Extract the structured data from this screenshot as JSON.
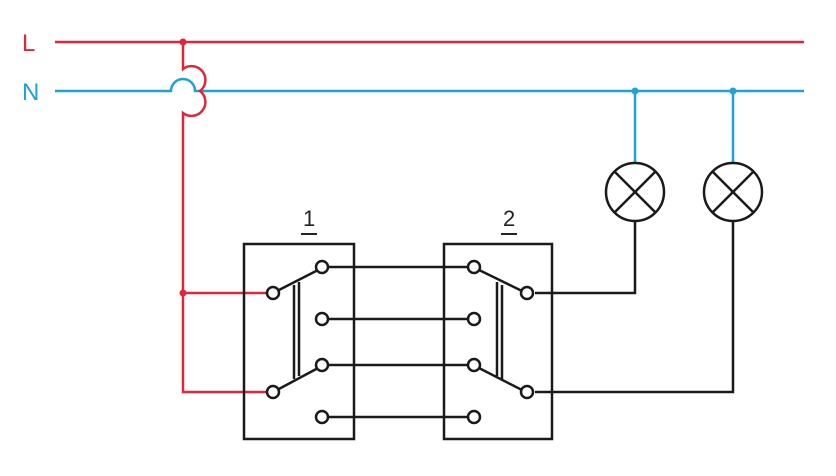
{
  "lines": {
    "live": {
      "label": "L",
      "color": "#e0263a"
    },
    "neutral": {
      "label": "N",
      "color": "#1ea3d4"
    }
  },
  "switches": [
    {
      "label": "1"
    },
    {
      "label": "2"
    }
  ],
  "wire_color": "#1a1a1a",
  "lamps": [
    {
      "symbol": "lamp"
    },
    {
      "symbol": "lamp"
    }
  ]
}
